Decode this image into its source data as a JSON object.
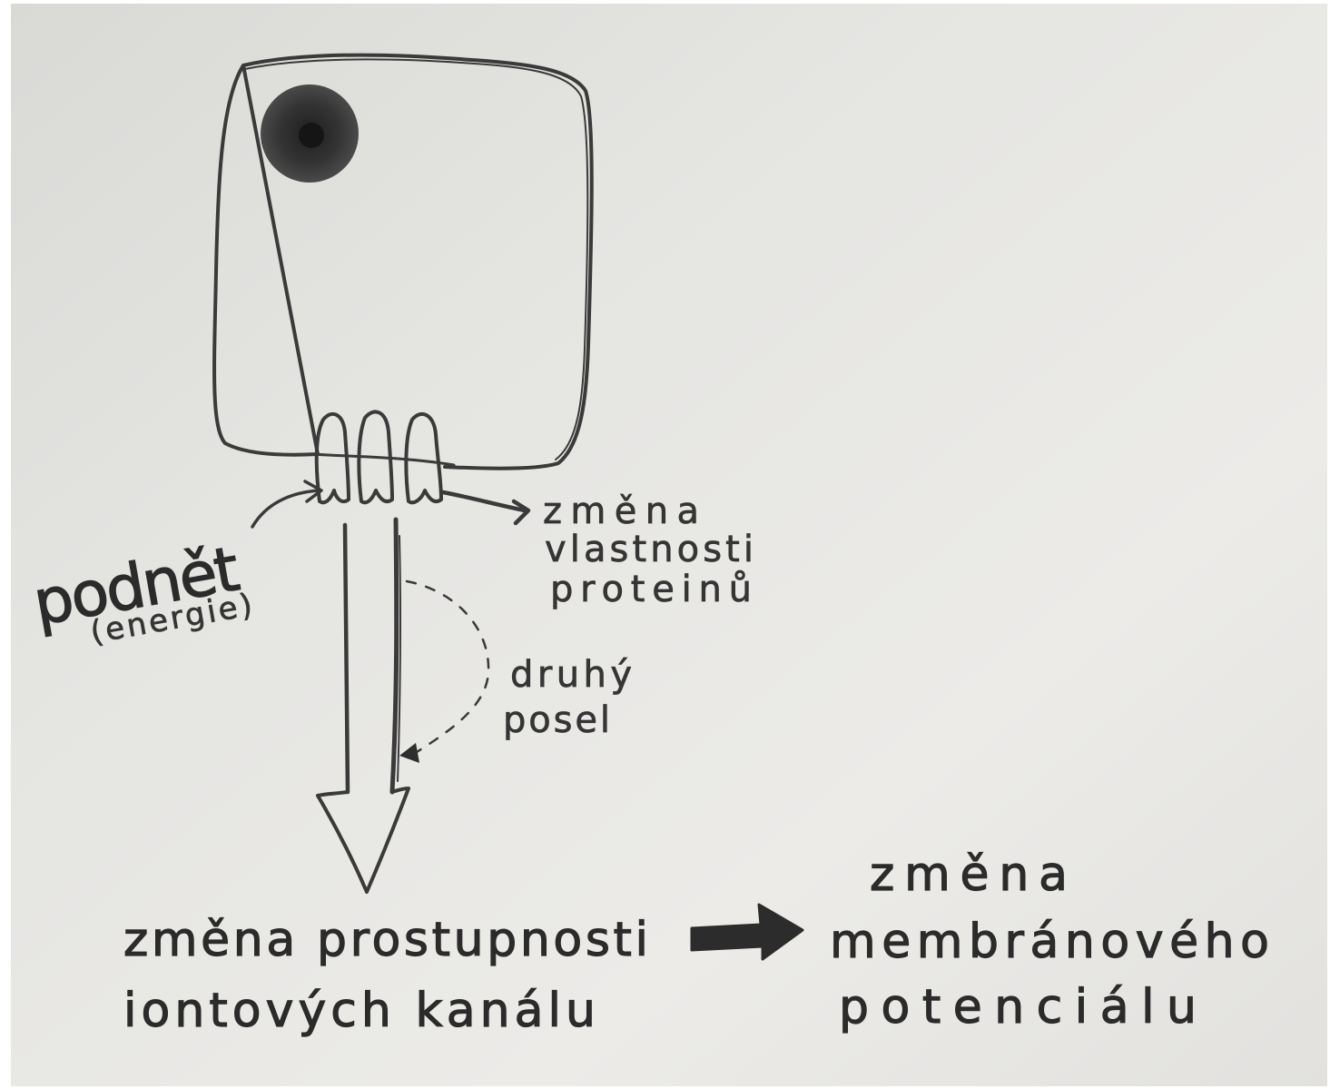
{
  "labels": {
    "stimulus": "podnět",
    "stimulus_note": "(energie)",
    "protein_change_line1": "změna",
    "protein_change_line2": "vlastnosti",
    "protein_change_line3": "proteinů",
    "second_messenger_line1": "druhý",
    "second_messenger_line2": "posel",
    "permeability_line1": "změna prostupnosti",
    "permeability_line2": "iontových kanálu",
    "potential_line1": "změna",
    "potential_line2": "membránového",
    "potential_line3": "potenciálu"
  },
  "colors": {
    "paper": "#e6e6e3",
    "pencil": "#3a3a3a",
    "nucleus": "#2e2e2e",
    "ink": "#2b2b2b"
  }
}
